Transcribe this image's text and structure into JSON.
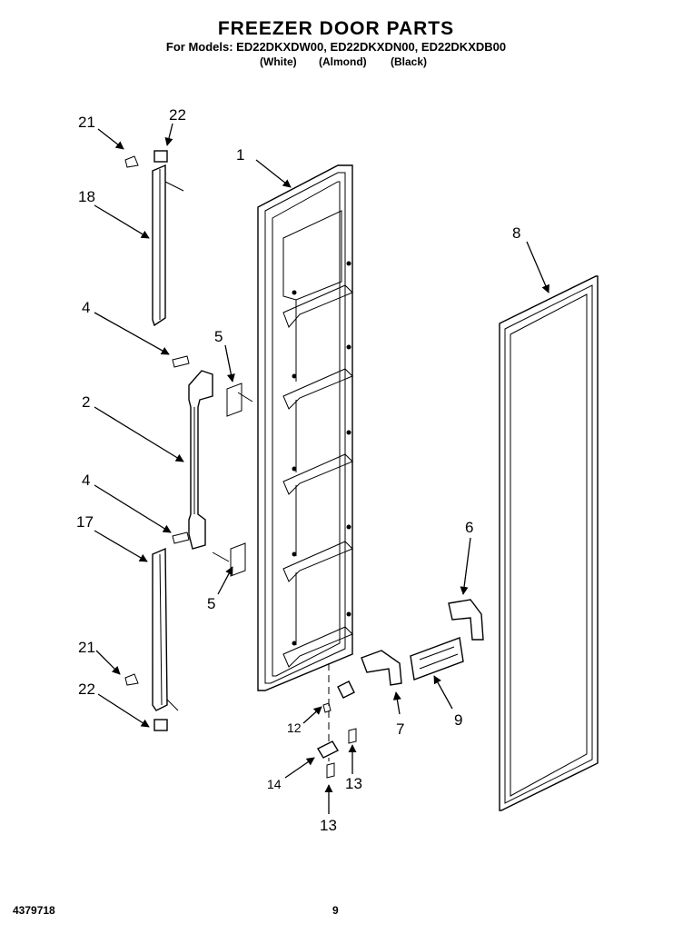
{
  "header": {
    "title": "FREEZER DOOR PARTS",
    "models_line": "For Models: ED22DKXDW00, ED22DKXDN00, ED22DKXDB00",
    "variants": [
      "(White)",
      "(Almond)",
      "(Black)"
    ]
  },
  "callouts": [
    "1",
    "2",
    "4",
    "4",
    "5",
    "5",
    "6",
    "7",
    "8",
    "9",
    "12",
    "13",
    "13",
    "14",
    "17",
    "18",
    "21",
    "21",
    "22",
    "22"
  ],
  "footer": {
    "doc_number": "4379718",
    "page": "9"
  }
}
